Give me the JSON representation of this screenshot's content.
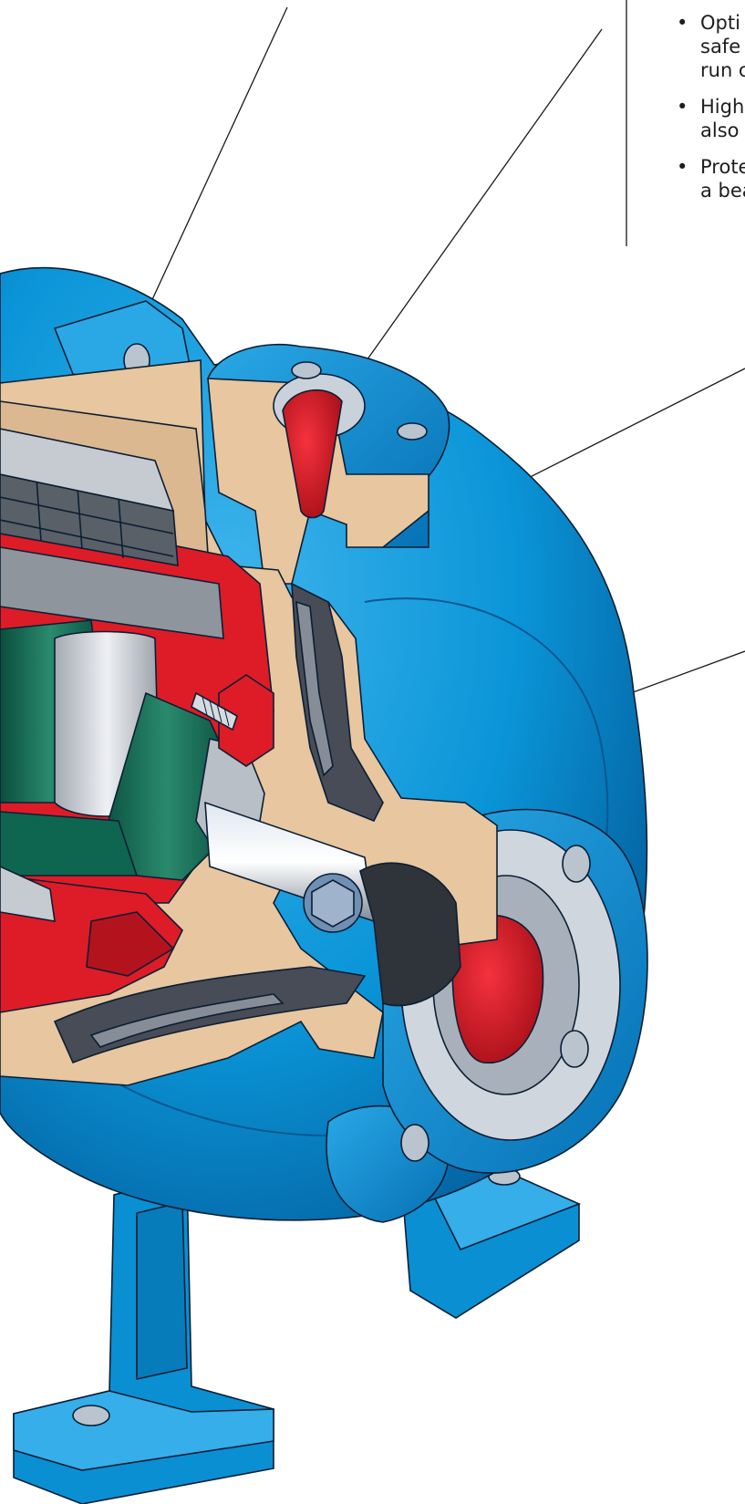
{
  "info_bullets": [
    {
      "lines": [
        "Opti",
        "safe",
        "run c"
      ]
    },
    {
      "lines": [
        "High",
        "also"
      ]
    },
    {
      "lines": [
        "Prote",
        "a bea"
      ]
    }
  ],
  "bullet_glyph": "•",
  "colors": {
    "housing_blue": "#0a95d8",
    "housing_blue_dark": "#0468a8",
    "cut_section": "#e7c6a0",
    "red_component": "#dd1c28",
    "magnet_green": "#0f6650",
    "steel_gray": "#8f959d",
    "impeller_dark": "#474c56",
    "outline": "#0b1e33"
  }
}
